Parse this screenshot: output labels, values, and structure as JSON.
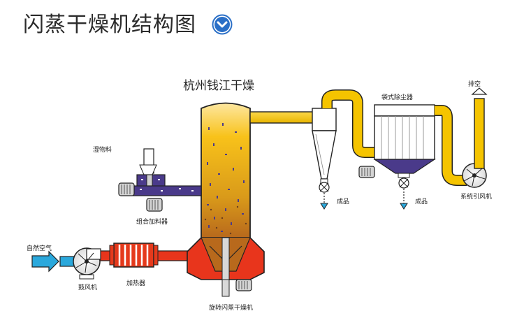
{
  "header": {
    "title": "闪蒸干燥机结构图",
    "toggle_icon": "chevron-down-circle-icon"
  },
  "diagram": {
    "brand": "杭州钱江干燥",
    "labels": {
      "wet_material": "湿物料",
      "combined_feeder": "组合加料器",
      "natural_air": "自然空气",
      "blower": "鼓风机",
      "heater": "加热器",
      "rotary_flash_dryer": "旋转闪蒸干燥机",
      "product_cyclone": "成品",
      "product_bag": "成品",
      "bag_filter": "袋式除尘器",
      "exhaust": "排空",
      "induced_fan": "系统引风机"
    },
    "colors": {
      "duct_yellow": "#f5c400",
      "duct_outline": "#222222",
      "heater_red": "#e53a1c",
      "machine_red": "#e8351c",
      "air_blue": "#2aa8dc",
      "material_purple": "#3c2b7a",
      "toggle_blue": "#2a6fc7"
    }
  }
}
